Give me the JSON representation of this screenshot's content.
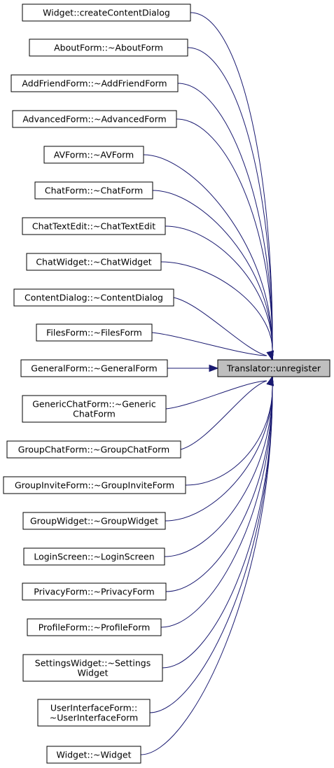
{
  "target": {
    "lines": [
      "Translator::unregister"
    ]
  },
  "callers": [
    {
      "id": "widget-createcontentdialog",
      "lines": [
        "Widget::createContentDialog"
      ]
    },
    {
      "id": "aboutform-dtor",
      "lines": [
        "AboutForm::~AboutForm"
      ]
    },
    {
      "id": "addfriendform-dtor",
      "lines": [
        "AddFriendForm::~AddFriendForm"
      ]
    },
    {
      "id": "advancedform-dtor",
      "lines": [
        "AdvancedForm::~AdvancedForm"
      ]
    },
    {
      "id": "avform-dtor",
      "lines": [
        "AVForm::~AVForm"
      ]
    },
    {
      "id": "chatform-dtor",
      "lines": [
        "ChatForm::~ChatForm"
      ]
    },
    {
      "id": "chattextedit-dtor",
      "lines": [
        "ChatTextEdit::~ChatTextEdit"
      ]
    },
    {
      "id": "chatwidget-dtor",
      "lines": [
        "ChatWidget::~ChatWidget"
      ]
    },
    {
      "id": "contentdialog-dtor",
      "lines": [
        "ContentDialog::~ContentDialog"
      ]
    },
    {
      "id": "filesform-dtor",
      "lines": [
        "FilesForm::~FilesForm"
      ]
    },
    {
      "id": "generalform-dtor",
      "lines": [
        "GeneralForm::~GeneralForm"
      ]
    },
    {
      "id": "genericchatform-dtor",
      "lines": [
        "GenericChatForm::~Generic",
        "ChatForm"
      ]
    },
    {
      "id": "groupchatform-dtor",
      "lines": [
        "GroupChatForm::~GroupChatForm"
      ]
    },
    {
      "id": "groupinviteform-dtor",
      "lines": [
        "GroupInviteForm::~GroupInviteForm"
      ]
    },
    {
      "id": "groupwidget-dtor",
      "lines": [
        "GroupWidget::~GroupWidget"
      ]
    },
    {
      "id": "loginscreen-dtor",
      "lines": [
        "LoginScreen::~LoginScreen"
      ]
    },
    {
      "id": "privacyform-dtor",
      "lines": [
        "PrivacyForm::~PrivacyForm"
      ]
    },
    {
      "id": "profileform-dtor",
      "lines": [
        "ProfileForm::~ProfileForm"
      ]
    },
    {
      "id": "settingswidget-dtor",
      "lines": [
        "SettingsWidget::~Settings",
        "Widget"
      ]
    },
    {
      "id": "userinterfaceform-dtor",
      "lines": [
        "UserInterfaceForm::",
        "~UserInterfaceForm"
      ]
    },
    {
      "id": "widget-dtor",
      "lines": [
        "Widget::~Widget"
      ]
    }
  ],
  "colors": {
    "edge": "#191970",
    "target_fill": "#bfbfbf",
    "node_fill": "#ffffff",
    "border": "#000000"
  }
}
